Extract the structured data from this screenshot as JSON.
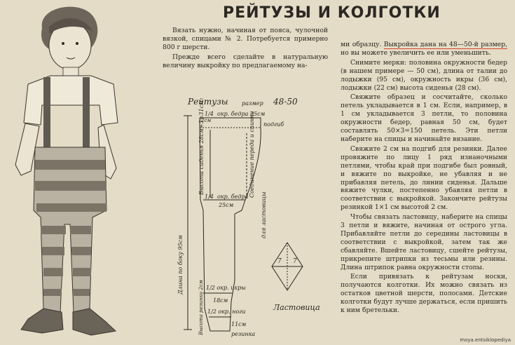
{
  "title": "РЕЙТУЗЫ И КОЛГОТКИ",
  "intro": {
    "p1": "Вязать нужно, начиная от пояса, чулочной вязкой, спицами № 2. Потребуется примерно 800 г шерсти.",
    "p2": "Прежде всего сделайте в натуральную величину выкройку по предлагаемому на-"
  },
  "pattern": {
    "title": "Рейтузы",
    "size_label": "размер",
    "size_value": "48-50",
    "top_fraction": "1/4",
    "hip_label": "окр. бедра 25см",
    "waist_label": "подгиб",
    "hem_cm": "2см",
    "seat_height": "Высота сиденья 28см+3=31см",
    "mid_fraction": "1/4",
    "mid_hip": "окр. бедра",
    "mid_hip_cm": "25см",
    "seam_note": "Соединение переда и спинки",
    "side_length": "Длина по боку 95см",
    "for_gusset": "для ластовицы",
    "calf_fraction": "1/2 окр. икры",
    "calf_cm": "18см",
    "ankle_fraction": "1/2 окр. ноги",
    "ankle_cm": "11см",
    "cuff_height": "Высота резинки 2см",
    "cuff_label": "резинка",
    "gusset_caption": "Ластовица",
    "gusset_nums": [
      "7",
      "7"
    ]
  },
  "col2": {
    "p0_a": "ми образцу. ",
    "p0_hl": "Выкройка дана на 48—50-й размер,",
    "p0_b": " но вы можете увеличить ее или уменьшить.",
    "p1": "Снимите мерки: половина окружности бедер (в нашем примере — 50 см), длина от талии до лодыжки (95 см), окружность икры (36 см), лодыжки (22 см) высота сиденья (28 см).",
    "p2": "Свяжите образец и сосчитайте, сколько петель укладывается в 1 см. Если, например, в 1 см укладывается 3 петли, то половина окружности бедер, равная 50 см, будет составлять 50×3=150 петель. Эти петли наберите на спицы и начинайте вязание.",
    "p3": "Свяжите 2 см на подгиб для резинки. Далее провяжите по лицу 1 ряд изнаночными петлями, чтобы край при подгибе был ровный, и вяжите по выкройке, не убавляя и не прибавляя петель, до линии сиденья. Дальше вяжите чулки, постепенно убавляя петли в соответствии с выкройкой. Закончите рейтузы резинкой 1×1 см высотой 2 см.",
    "p4": "Чтобы связать ластовицу, наберите на спицы 3 петли и вяжите, начиная от острого угла. Прибавляйте петли до середины ластовицы в соответствии с выкройкой, затем так же сбавляйте. Вшейте ластовицу, сшейте рейтузы, прикрепите штрипки из тесьмы или резины. Длина штрипок равна окружности стопы.",
    "p5": "Если привязать к рейтузам носки, получаются колготки. Их можно связать из остатков цветной шерсти, полосами. Детские колготки будут лучше держаться, если пришить к ним бретельки."
  },
  "watermark": "moya.entsiklopediya"
}
